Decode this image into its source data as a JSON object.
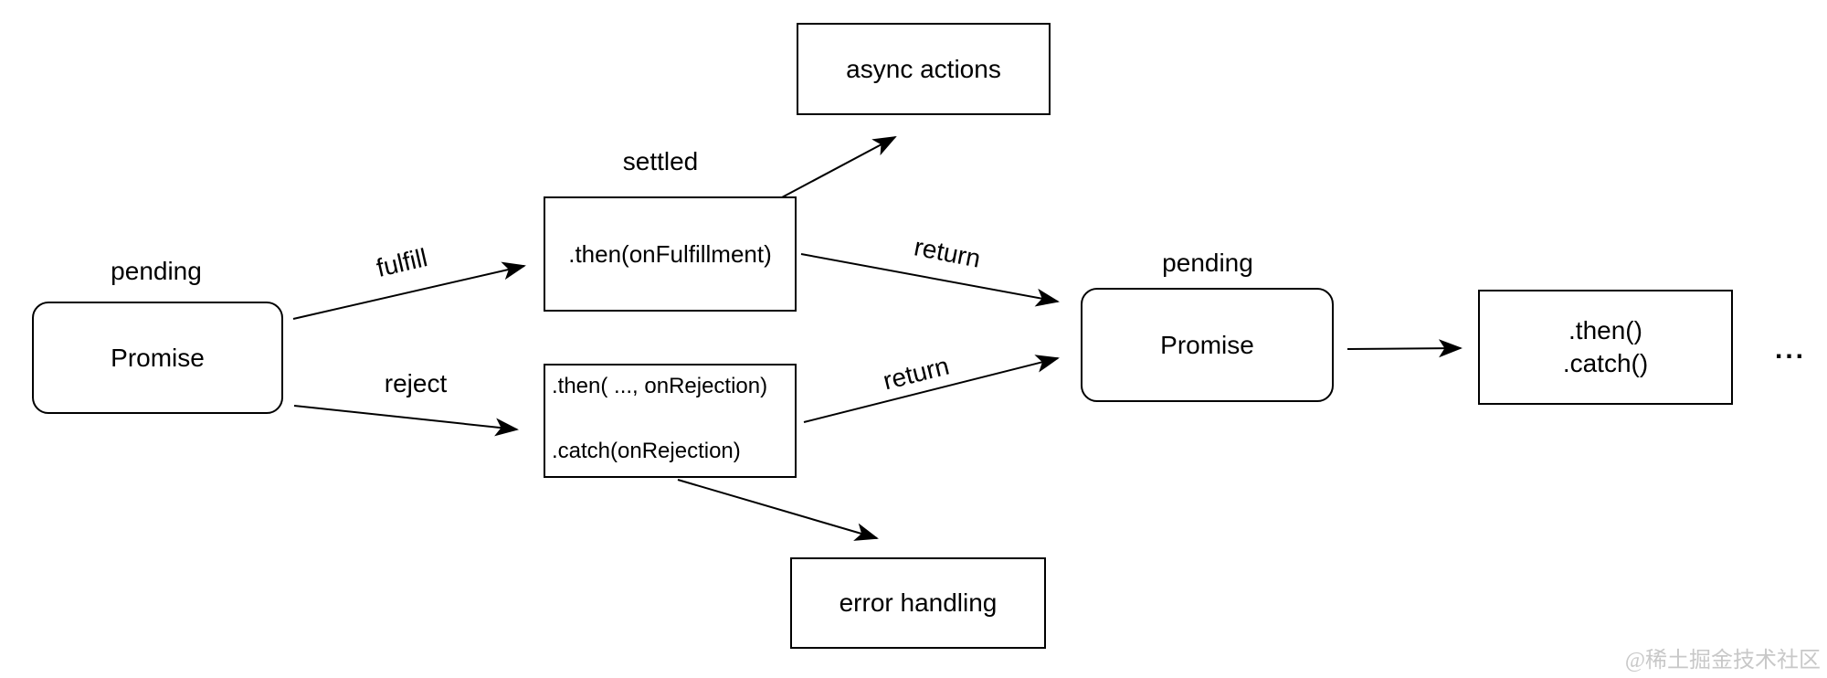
{
  "colors": {
    "stroke": "#000000",
    "text": "#000000",
    "watermark": "#c8c8c8",
    "background": "#ffffff"
  },
  "nodes": {
    "promise1": {
      "label": "Promise",
      "state": "pending"
    },
    "then_fulfillment": {
      "label": ".then(onFulfillment)",
      "state": "settled"
    },
    "async_actions": {
      "label": "async actions"
    },
    "rejection_handlers": {
      "line1": ".then( ..., onRejection)",
      "line2": ".catch(onRejection)"
    },
    "error_handling": {
      "label": "error handling"
    },
    "promise2": {
      "label": "Promise",
      "state": "pending"
    },
    "next_chain": {
      "line1": ".then()",
      "line2": ".catch()"
    },
    "continuation": {
      "label": "..."
    }
  },
  "edges": {
    "fulfill": {
      "label": "fulfill"
    },
    "reject": {
      "label": "reject"
    },
    "return_top": {
      "label": "return"
    },
    "return_bottom": {
      "label": "return"
    }
  },
  "watermark": {
    "text": "@稀土掘金技术社区"
  }
}
